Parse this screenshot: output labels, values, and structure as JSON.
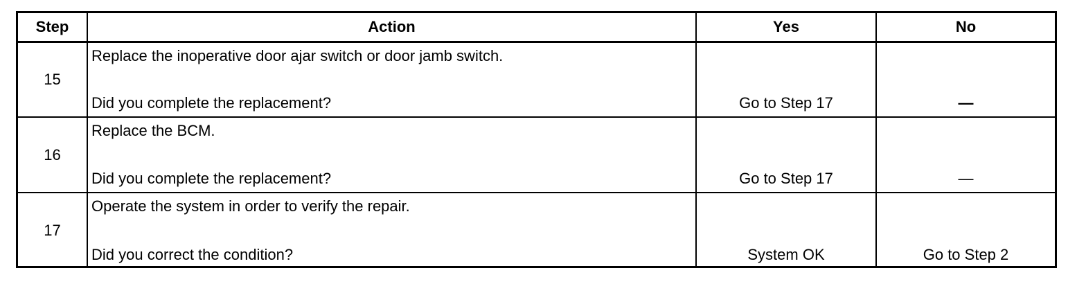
{
  "table": {
    "headers": {
      "step": "Step",
      "action": "Action",
      "yes": "Yes",
      "no": "No"
    },
    "rows": [
      {
        "step": "15",
        "action": "Replace the inoperative door ajar switch or door jamb switch.",
        "question": "Did you complete the replacement?",
        "yes": "Go to Step 17",
        "no": "—"
      },
      {
        "step": "16",
        "action": "Replace the BCM.",
        "question": "Did you complete the replacement?",
        "yes": "Go to Step 17",
        "no": "—"
      },
      {
        "step": "17",
        "action": "Operate the system in order to verify the repair.",
        "question": "Did you correct the condition?",
        "yes": "System OK",
        "no": "Go to Step 2"
      }
    ]
  }
}
